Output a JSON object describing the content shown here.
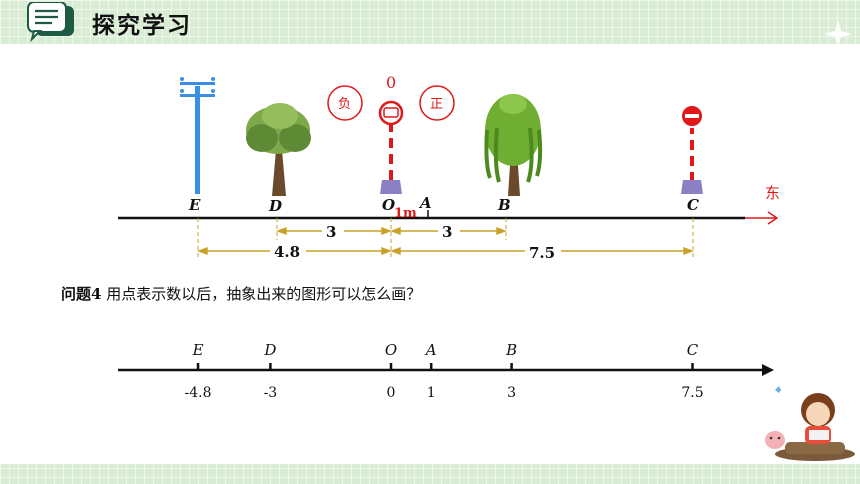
{
  "header": {
    "title": "探究学习",
    "icon": "chat-bubble-icon"
  },
  "scene": {
    "zero_label": "0",
    "negative_label": "负",
    "positive_label": "正",
    "unit_label": "1m",
    "direction_label": "东",
    "points": [
      {
        "name": "E",
        "object": "utility-pole"
      },
      {
        "name": "D",
        "object": "tree"
      },
      {
        "name": "O",
        "object": "bus-stop-sign"
      },
      {
        "name": "A",
        "object": ""
      },
      {
        "name": "B",
        "object": "willow-tree"
      },
      {
        "name": "C",
        "object": "no-entry-sign"
      }
    ],
    "distances": {
      "ED": "",
      "EO": "4.8",
      "DO": "3",
      "OB_upper": "3",
      "OC": "7.5"
    }
  },
  "question": {
    "prefix": "问题4",
    "text": " 用点表示数以后，抽象出来的图形可以怎么画？"
  },
  "chart_data": {
    "type": "number-line",
    "points": [
      {
        "name": "E",
        "value": -4.8,
        "tick_label": "-4.8"
      },
      {
        "name": "D",
        "value": -3,
        "tick_label": "-3"
      },
      {
        "name": "O",
        "value": 0,
        "tick_label": "0"
      },
      {
        "name": "A",
        "value": 1,
        "tick_label": "1"
      },
      {
        "name": "B",
        "value": 3,
        "tick_label": "3"
      },
      {
        "name": "C",
        "value": 7.5,
        "tick_label": "7.5"
      }
    ]
  },
  "colors": {
    "header_bg": "#d9ecd4",
    "accent_green": "#1e5a44",
    "red": "#e01818",
    "gold": "#c9a227",
    "blue_pole": "#3a8ee6"
  }
}
